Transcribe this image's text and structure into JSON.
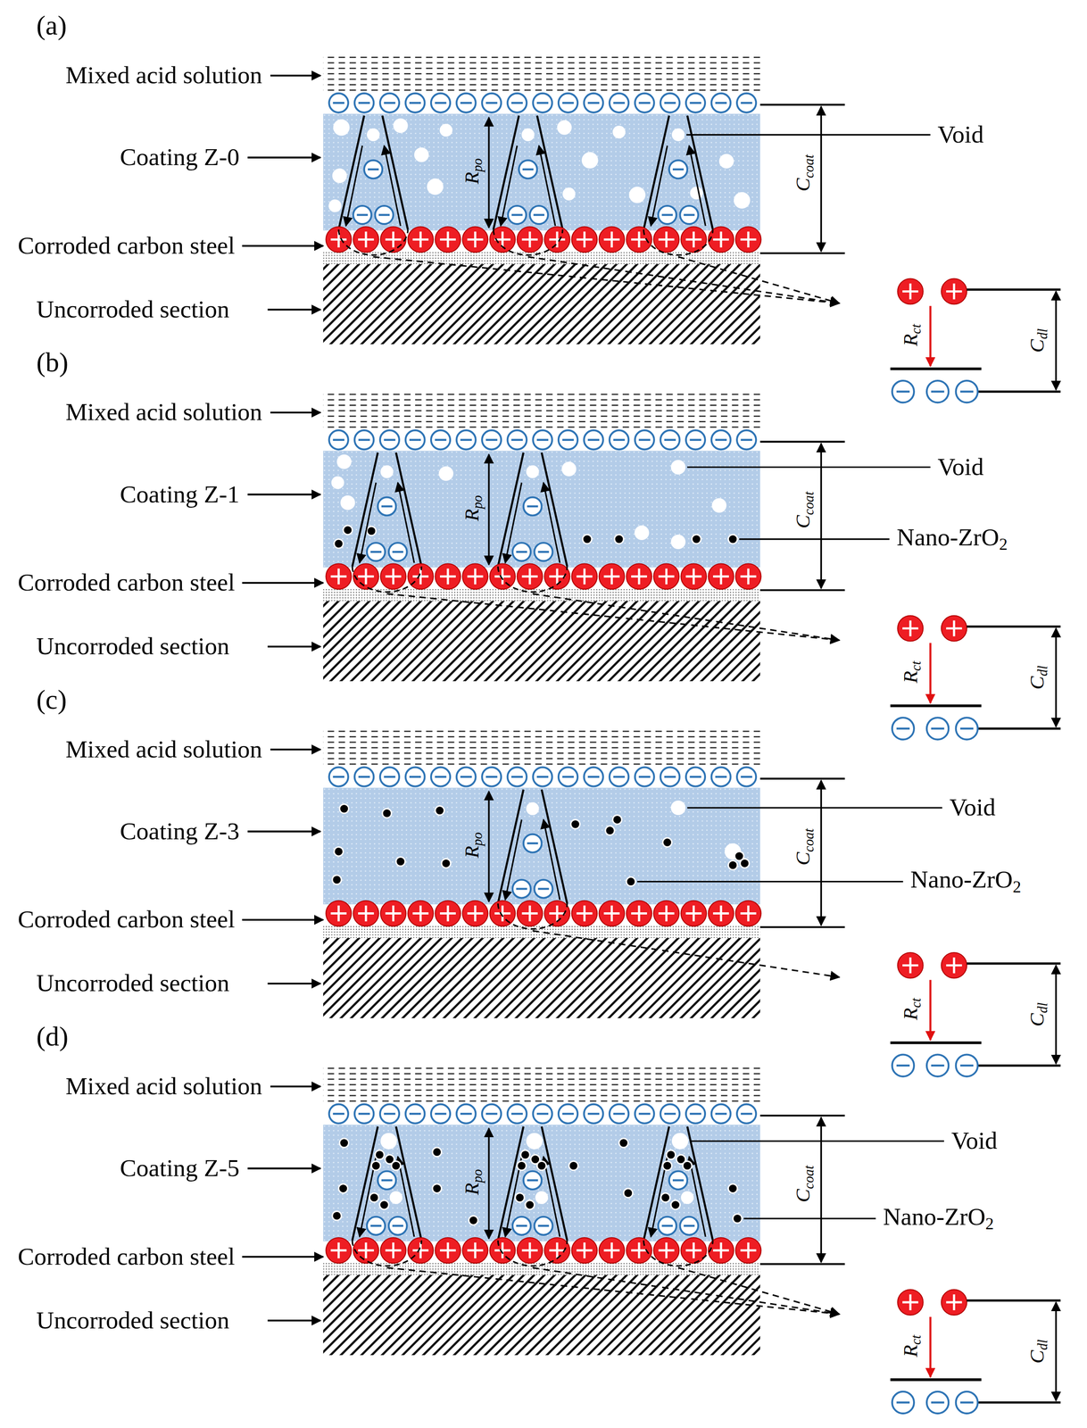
{
  "diagram": {
    "labels": [
      "(a)",
      "Mixed acid solution",
      "Coating Z-0",
      "Corroded carbon steel",
      "Uncorroded section",
      "Void",
      "R",
      "po",
      "C",
      "coat",
      "R",
      "ct",
      "C",
      "dl",
      "(b)",
      "Mixed acid solution",
      "Coating Z-1",
      "Corroded carbon steel",
      "Uncorroded section",
      "Void",
      "Nano-ZrO",
      "2",
      "R",
      "po",
      "C",
      "coat",
      "R",
      "ct",
      "C",
      "dl",
      "(c)",
      "Mixed acid solution",
      "Coating Z-3",
      "Corroded carbon steel",
      "Uncorroded section",
      "Void",
      "Nano-ZrO",
      "2",
      "R",
      "po",
      "C",
      "coat",
      "R",
      "ct",
      "C",
      "dl",
      "(d)",
      "Mixed acid solution",
      "Coating Z-5",
      "Corroded carbon steel",
      "Uncorroded section",
      "Void",
      "Nano-ZrO",
      "2",
      "R",
      "po",
      "C",
      "coat",
      "R",
      "ct",
      "C",
      "dl"
    ]
  }
}
